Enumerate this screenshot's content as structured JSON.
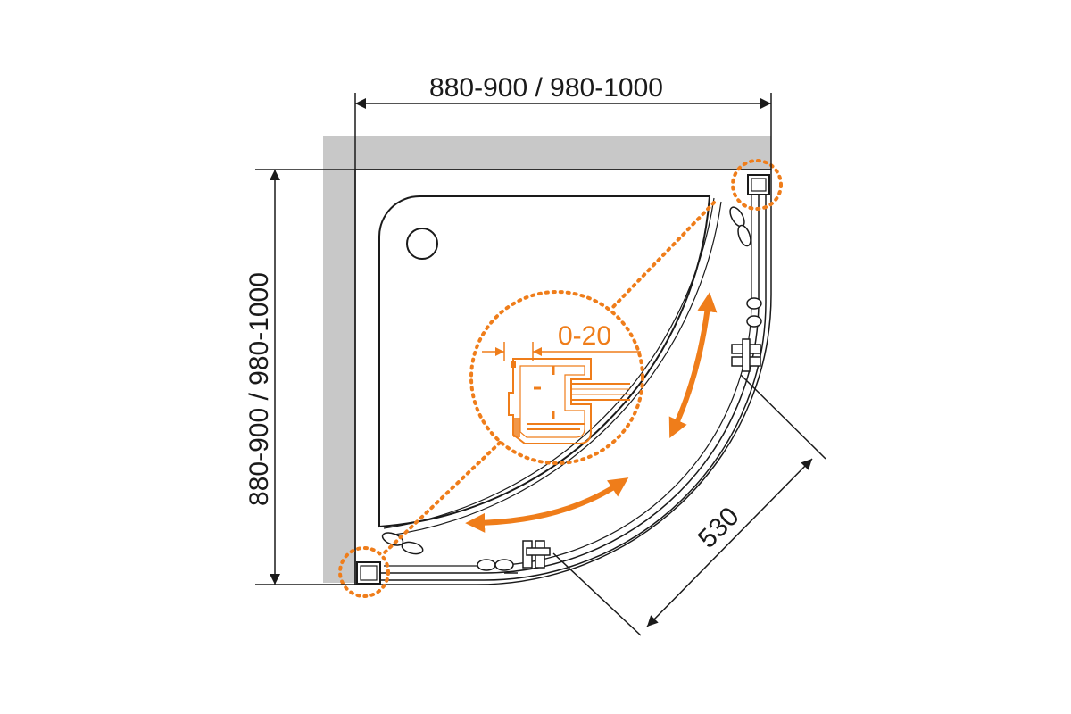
{
  "dimensions": {
    "width_label": "880-900 / 980-1000",
    "height_label": "880-900 / 980-1000",
    "diagonal_label": "530",
    "adjustment_label": "0-20"
  },
  "colors": {
    "wall": "#c8c8c8",
    "line": "#1a1a1a",
    "accent": "#ef7d1a"
  }
}
